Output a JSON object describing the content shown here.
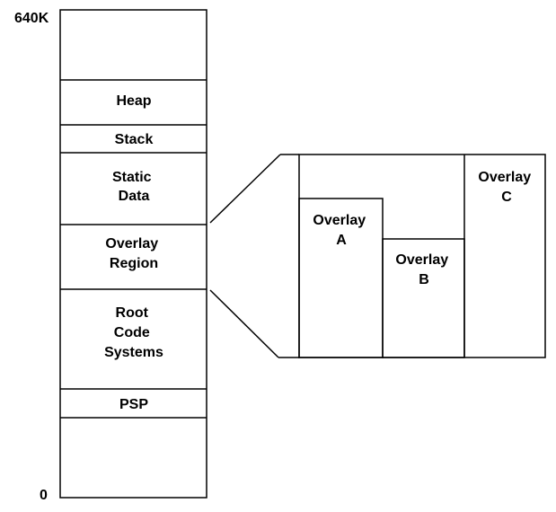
{
  "axis": {
    "top_label": "640K",
    "bottom_label": "0"
  },
  "memory_map": {
    "segments": [
      {
        "id": "top-free",
        "lines": []
      },
      {
        "id": "heap",
        "lines": [
          "Heap"
        ]
      },
      {
        "id": "stack",
        "lines": [
          "Stack"
        ]
      },
      {
        "id": "static-data",
        "lines": [
          "Static",
          "Data"
        ]
      },
      {
        "id": "overlay-region",
        "lines": [
          "Overlay",
          "Region"
        ]
      },
      {
        "id": "root-code",
        "lines": [
          "Root",
          "Code",
          "Systems"
        ]
      },
      {
        "id": "psp",
        "lines": [
          "PSP"
        ]
      },
      {
        "id": "bottom-free",
        "lines": []
      }
    ]
  },
  "overlays": {
    "items": [
      {
        "id": "overlay-a",
        "lines": [
          "Overlay",
          "A"
        ]
      },
      {
        "id": "overlay-b",
        "lines": [
          "Overlay",
          "B"
        ]
      },
      {
        "id": "overlay-c",
        "lines": [
          "Overlay",
          "C"
        ]
      }
    ]
  }
}
